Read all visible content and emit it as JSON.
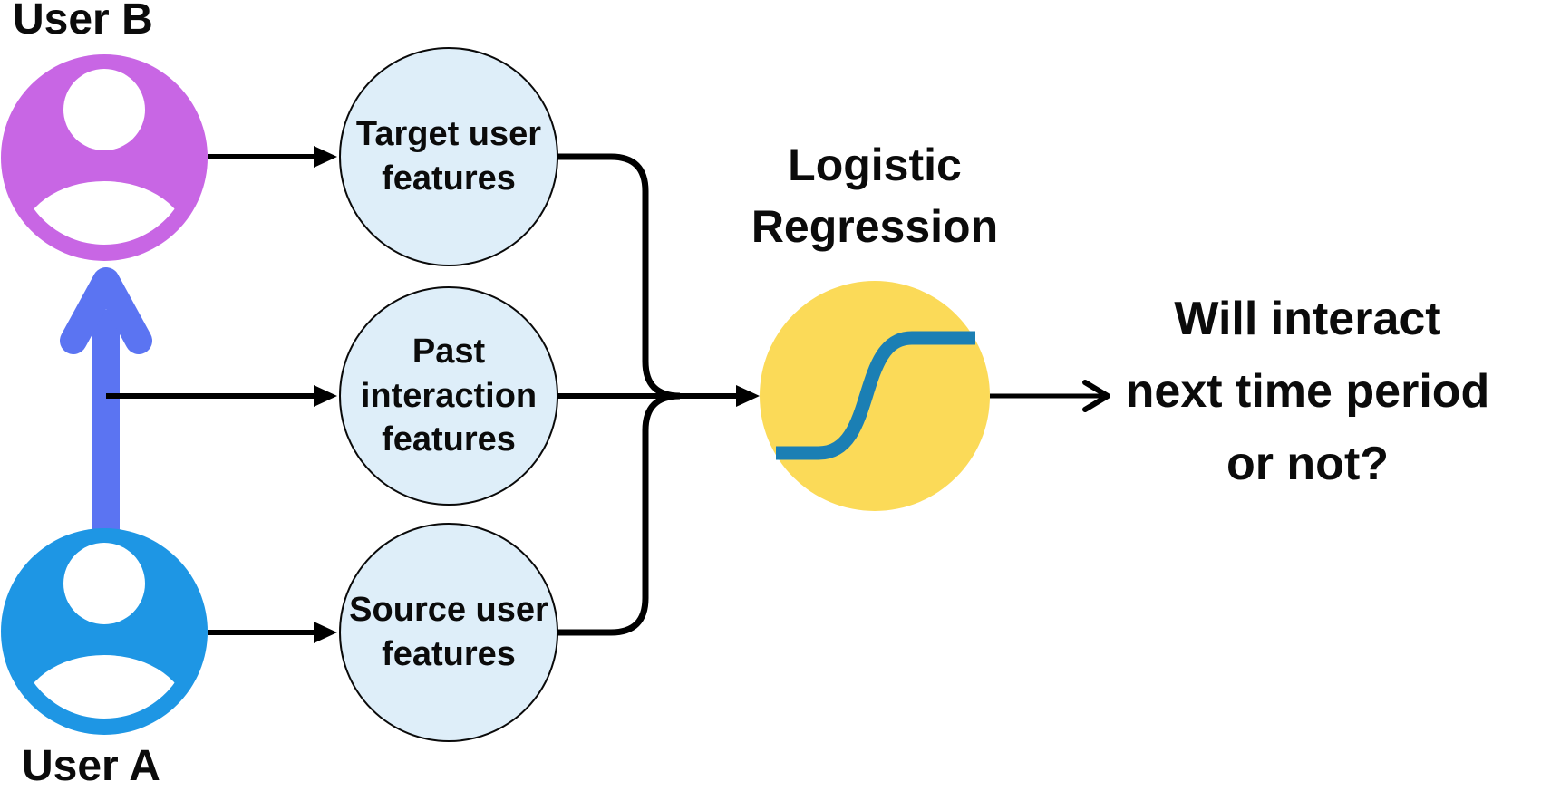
{
  "diagram": {
    "user_b_label": "User B",
    "user_a_label": "User A",
    "target_node_label": "Target user\nfeatures",
    "past_node_label": "Past\ninteraction\nfeatures",
    "source_node_label": "Source user\nfeatures",
    "model_label": "Logistic\nRegression",
    "output_label": "Will interact\nnext time period\nor not?"
  },
  "colors": {
    "user_b_fill": "#C866E4",
    "user_a_fill": "#1E96E4",
    "arrow_blue": "#5B74F2",
    "node_fill": "#DEEEF9",
    "node_stroke": "#0A0A0A",
    "model_fill": "#FBDA58",
    "sigmoid_stroke": "#1B7FB4",
    "connector_black": "#000000"
  }
}
